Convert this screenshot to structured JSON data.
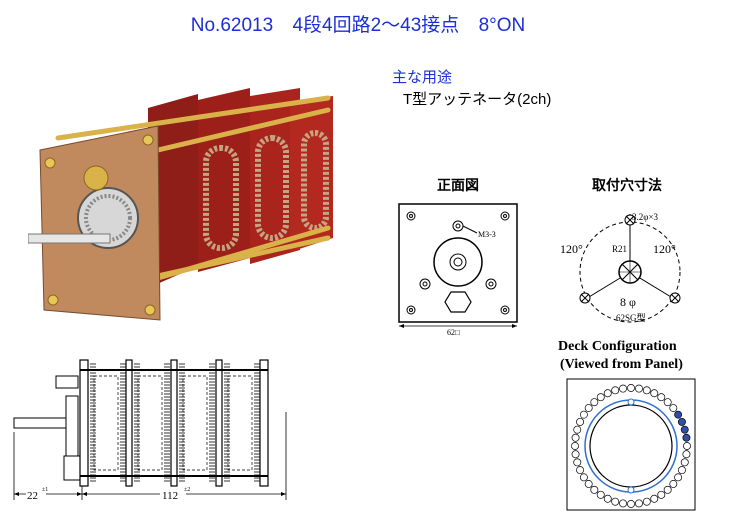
{
  "header": {
    "model": "No.62013",
    "spec": "4段4回路2～43接点",
    "angle": "8°ON"
  },
  "usage": {
    "heading": "主な用途",
    "value": "T型アッテネータ(2ch)"
  },
  "front_view": {
    "label": "正面図",
    "screw_note": "M3-3",
    "width_dim": "62□"
  },
  "mounting": {
    "label": "取付穴寸法",
    "hole_note": "3.2φ×3",
    "angle_left": "120°",
    "angle_right": "120°",
    "radius": "R21",
    "center_hole": "8 φ",
    "type": "62SG型"
  },
  "deck": {
    "line1": "Deck Configuration",
    "line2": "(Viewed from Panel)"
  },
  "side_view": {
    "shaft_dim": "22",
    "shaft_tol": "±1",
    "body_dim": "112",
    "body_tol": "±2"
  },
  "colors": {
    "title_blue": "#1b2fd6",
    "deck_ring": "#2f6fd0",
    "pcb_red": "#a8201c",
    "brass": "#d9b24a"
  }
}
